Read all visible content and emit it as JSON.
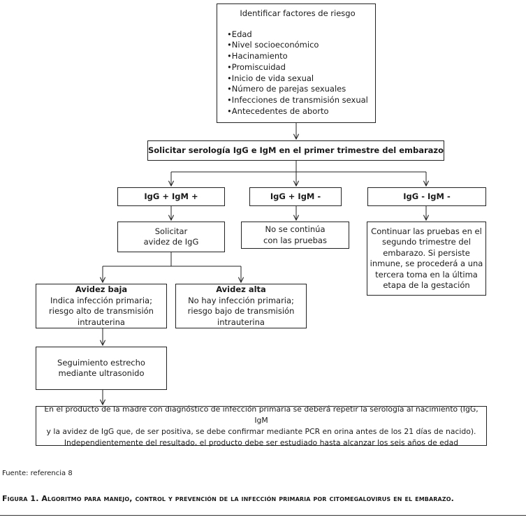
{
  "risk_box": {
    "title": "Identificar factores de riesgo",
    "items": [
      "Edad",
      "Nivel socioeconómico",
      "Hacinamiento",
      "Promiscuidad",
      "Inicio de vida sexual",
      "Número de parejas sexuales",
      "Infecciones de transmisión sexual",
      "Antecedentes de aborto"
    ]
  },
  "serology": "Solicitar serología IgG e IgM en el primer trimestre del embarazo",
  "branches": {
    "pos_pos": {
      "label": "IgG + IgM +",
      "action": [
        "Solicitar",
        "avidez de IgG"
      ]
    },
    "pos_neg": {
      "label": "IgG + IgM -",
      "action": [
        "No se continúa",
        "con las pruebas"
      ]
    },
    "neg_neg": {
      "label": "IgG - IgM -",
      "action": "Continuar las pruebas en el segundo trimestre del embarazo. Si persiste inmune, se procederá a una tercera toma en la última etapa de la gestación"
    }
  },
  "avidity": {
    "low": {
      "title": "Avidez baja",
      "text": "Indica infección primaria; riesgo alto de transmisión intrauterina"
    },
    "high": {
      "title": "Avidez alta",
      "text": "No hay infección primaria; riesgo bajo de transmisión intrauterina"
    }
  },
  "followup": [
    "Seguimiento estrecho",
    "mediante ultrasonido"
  ],
  "final_note": [
    "En el producto de la madre con diagnóstico de infección primaria se deberá repetir la serología al nacimiento (IgG, IgM",
    "y la avidez de IgG que, de ser positiva, se debe confirmar mediante PCR en orina antes de los 21 días de nacido).",
    "Independientemente del resultado, el producto debe ser estudiado hasta alcanzar los seis años de edad"
  ],
  "source": "Fuente: referencia 8",
  "caption": "Figura 1. Algoritmo para manejo, control y prevención de la infección primaria por citomegalovirus en el embarazo."
}
